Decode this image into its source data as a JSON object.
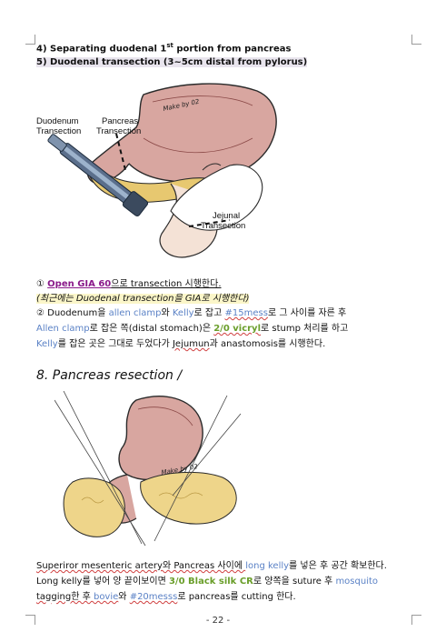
{
  "steps": {
    "s4_prefix": "4) Separating duodenal 1",
    "s4_sup": "st",
    "s4_suffix": " portion from pancreas",
    "s5": "5) Duodenal transection (3~5cm distal from pylorus)"
  },
  "figure1": {
    "label_duodenum_1": "Duodenum",
    "label_duodenum_2": "Transection",
    "label_pancreas_1": "Pancreas",
    "label_pancreas_2": "Transection",
    "label_jejunal_1": "Jejunal",
    "label_jejunal_2": "Transection",
    "signature": "Make by 02"
  },
  "para1": {
    "n1": "① ",
    "gia": "Open GIA 60",
    "rest1": "으로 transection 시행한다.",
    "note": "(최근에는 Duodenal transection을 GIA로 시행한다)",
    "l2_a": "② Duodenum을 ",
    "l2_b": "allen clamp",
    "l2_c": "와 ",
    "l2_d": "Kelly",
    "l2_e": "로 잡고 ",
    "l2_f": "#15mess",
    "l2_g": "로 그 사이를 자른 후",
    "l3_a": "Allen clamp",
    "l3_b": "로 잡은 쪽(distal stomach)은 ",
    "l3_c": "2/0 vicryl",
    "l3_d": "로 stump 처리를 하고",
    "l4_a": "Kelly",
    "l4_b": "를 잡은 곳은 그대로 두었다가 ",
    "l4_c": "Jejumun",
    "l4_d": "과 anastomosis를 시행한다."
  },
  "heading": "8. Pancreas resection /",
  "figure2": {
    "signature": "Make by 02"
  },
  "para2": {
    "l1_a": "Superiror mesenteric artery와 Pancreas 사이에 ",
    "l1_b": "long kelly",
    "l1_c": "를 넣은 후 공간 확보한다.",
    "l2_a": "Long kelly를 넣어 양 끝이보이면 ",
    "l2_b": "3/0 Black silk CR",
    "l2_c": "로 양쪽을 suture 후 ",
    "l2_d": "mosquito",
    "l3_a": "tagging한 후 ",
    "l3_b": "bovie",
    "l3_c": "와 ",
    "l3_d": "#20messs",
    "l3_e": "로 pancreas를 cutting 한다."
  },
  "page_number": "- 22 -"
}
